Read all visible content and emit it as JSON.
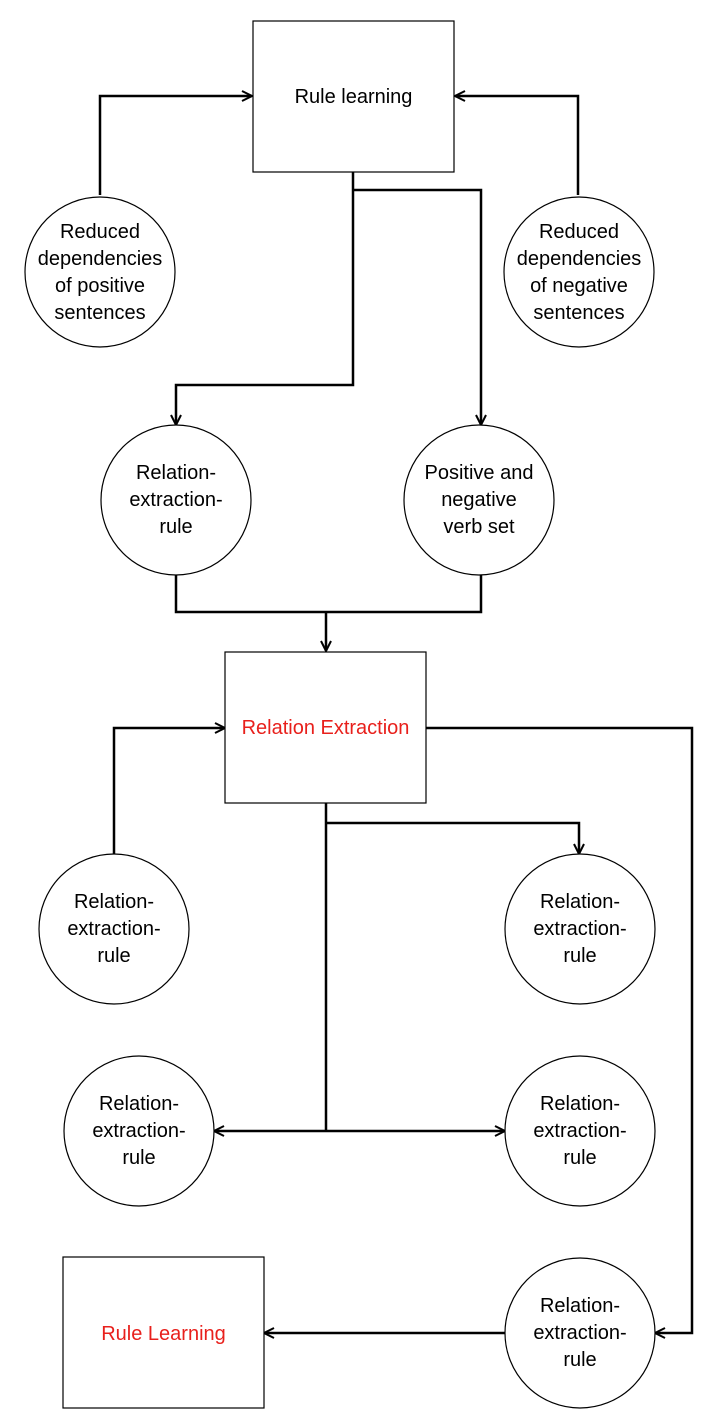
{
  "colors": {
    "stroke": "#000000",
    "text": "#000000",
    "highlight": "#e8201c",
    "fill": "#ffffff"
  },
  "boxes": {
    "rule_learning_top": "Rule learning",
    "relation_extraction": "Relation Extraction",
    "rule_learning_bottom": "Rule Learning"
  },
  "circles": {
    "positive_dependencies": [
      "Reduced",
      "dependencies",
      "of positive",
      "sentences"
    ],
    "negative_dependencies": [
      "Reduced",
      "dependencies",
      "of negative",
      "sentences"
    ],
    "rule_left": [
      "Relation-",
      "extraction-",
      "rule"
    ],
    "verb_set": [
      "Positive and",
      "negative",
      "verb set"
    ],
    "input_rule": [
      "Relation-",
      "extraction-",
      "rule"
    ],
    "output_rule_1": [
      "Relation-",
      "extraction-",
      "rule"
    ],
    "output_rule_2": [
      "Relation-",
      "extraction-",
      "rule"
    ],
    "output_rule_3": [
      "Relation-",
      "extraction-",
      "rule"
    ],
    "output_rule_4": [
      "Relation-",
      "extraction-",
      "rule"
    ]
  }
}
